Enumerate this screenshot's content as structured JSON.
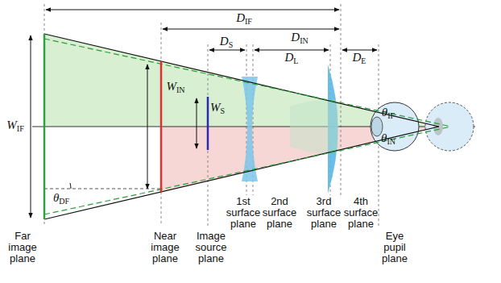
{
  "diagram": {
    "labels": [
      "DIF",
      "DIN",
      "DS",
      "DL",
      "DE",
      "WIF",
      "WIN",
      "WS",
      "θIF",
      "θIN",
      "θDF",
      "1st surface plane",
      "2nd surface plane",
      "3rd surface plane",
      "4th surface plane",
      "Far image plane",
      "Near image plane",
      "Image source plane",
      "Eye pupil plane"
    ]
  }
}
